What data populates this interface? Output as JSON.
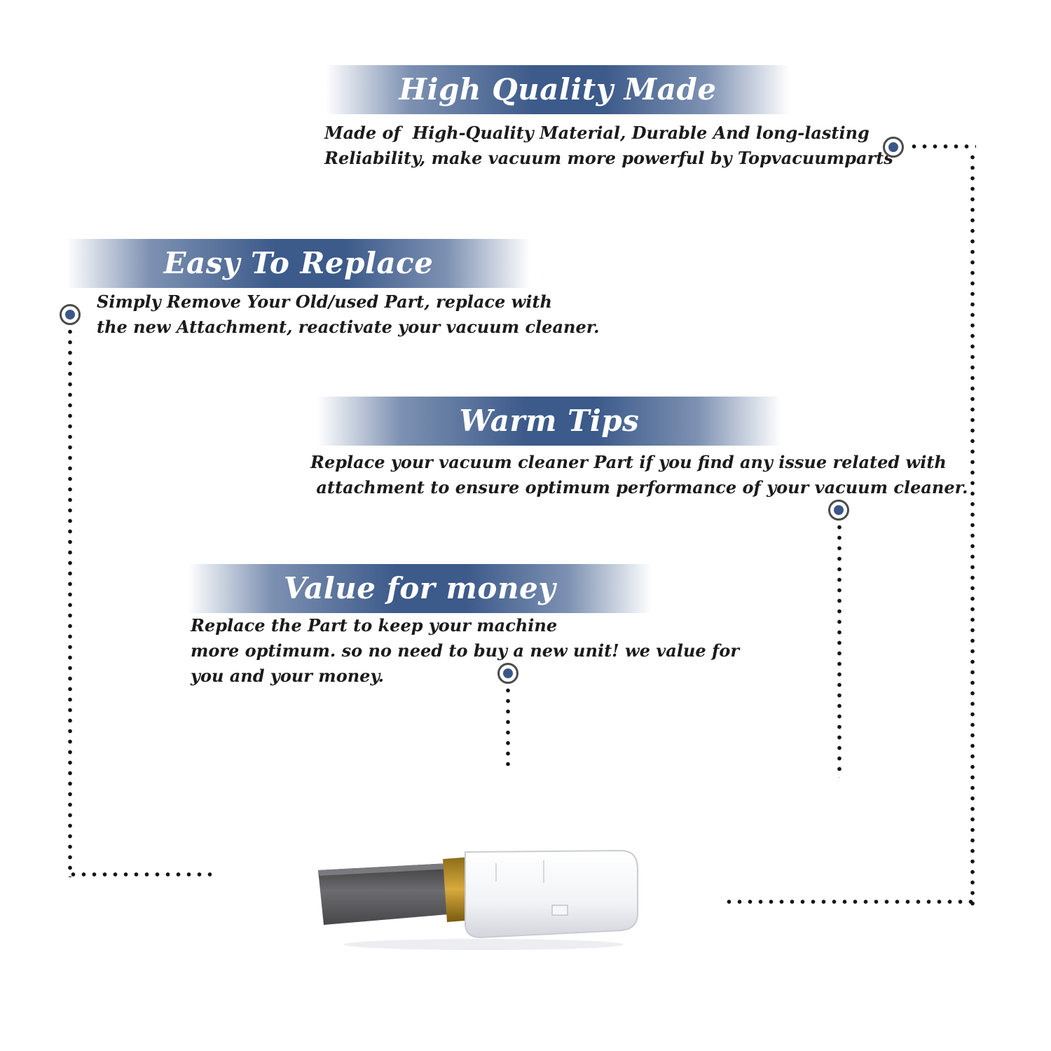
{
  "sections": {
    "quality": {
      "title": "High Quality Made",
      "line1": "Made of  High-Quality Material, Durable And long-lasting",
      "line2": "Reliability, make vacuum more powerful by Topvacuumparts"
    },
    "replace": {
      "title": "Easy To Replace",
      "line1": "Simply Remove Your Old/used Part, replace with",
      "line2": "the new Attachment, reactivate your vacuum cleaner."
    },
    "tips": {
      "title": "Warm Tips",
      "line1": "Replace your vacuum cleaner Part if you find any issue related with",
      "line2": " attachment to ensure optimum performance of your vacuum cleaner."
    },
    "value": {
      "title": "Value for money",
      "line1": "Replace the Part to keep your machine",
      "line2": "more optimum. so no need to buy a new unit! we value for",
      "line3": "you and your money."
    }
  },
  "colors": {
    "banner": "#3c5a8a",
    "node_fill": "#3b5788",
    "dots": "#151515",
    "text": "#1b1b1b"
  },
  "icons": {
    "node": "circle-dot-icon",
    "product": "carbon-brush-image"
  }
}
